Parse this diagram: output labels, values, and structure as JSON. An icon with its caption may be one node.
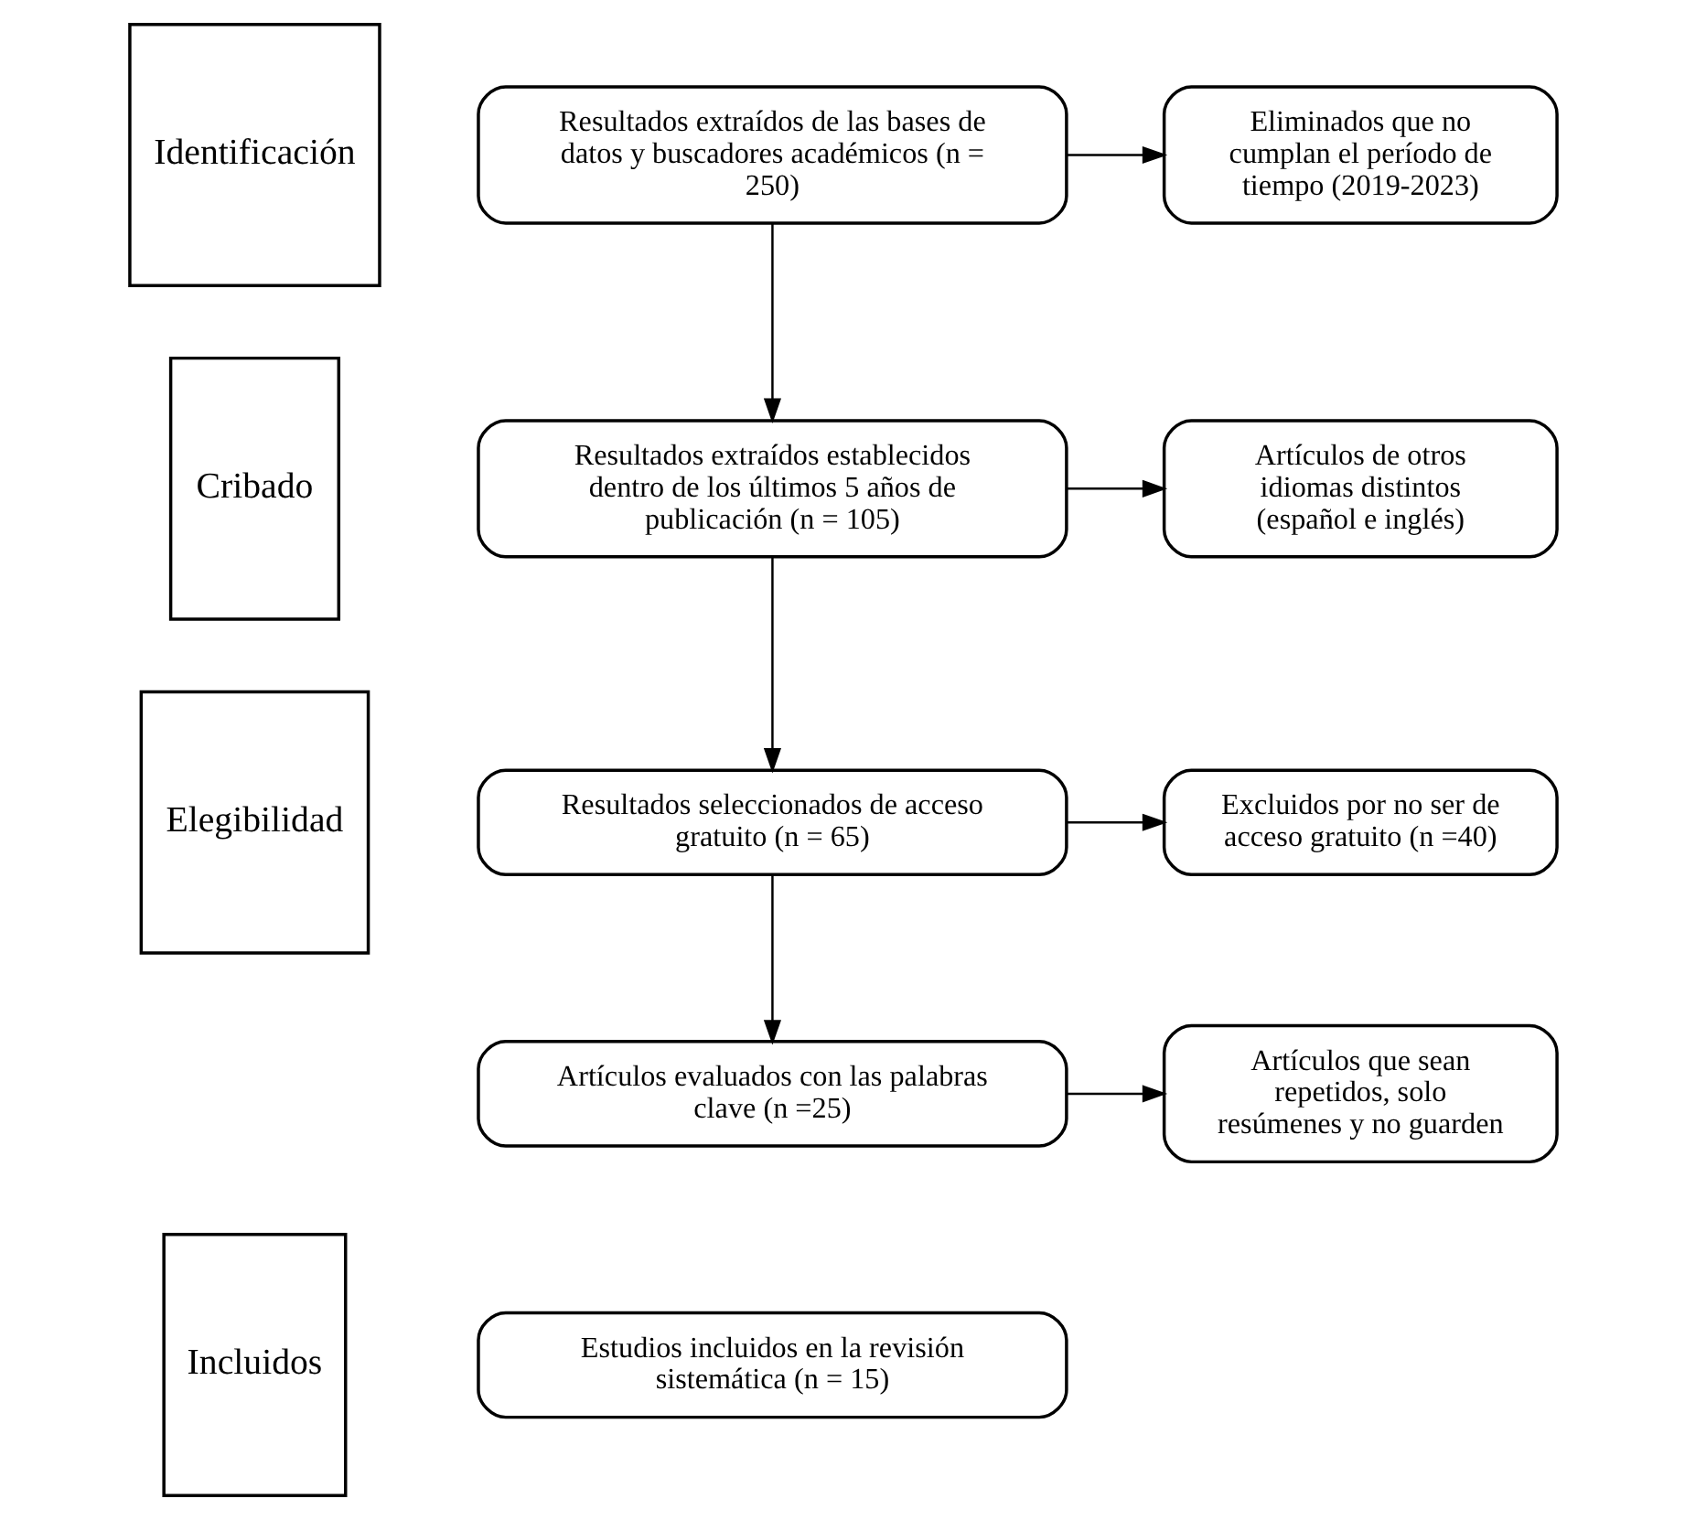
{
  "diagram": {
    "nodes": [
      {
        "text": [
          "Identificación"
        ]
      },
      {
        "text": [
          "Cribado"
        ]
      },
      {
        "text": [
          "Elegibilidad"
        ]
      },
      {
        "text": [
          "Incluidos"
        ]
      },
      {
        "text": [
          "Resultados extraídos de las bases de datos y buscadores académicos (n = 250)"
        ]
      },
      {
        "text": [
          "Eliminados que no cumplan el período de tiempo (2019-2023)"
        ]
      },
      {
        "text": [
          "Resultados extraídos establecidos dentro de los últimos 5 años de publicación (n = 105)"
        ]
      },
      {
        "text": [
          "Artículos de otros idiomas distintos (español e inglés)"
        ]
      },
      {
        "text": [
          "Resultados seleccionados de acceso gratuito (n = 65)"
        ]
      },
      {
        "text": [
          "Excluidos por no ser de acceso gratuito (n =40)"
        ]
      },
      {
        "text": [
          "Artículos evaluados con las palabras clave (n =25)"
        ]
      },
      {
        "text": [
          "Artículos que sean repetidos, solo resúmenes y no guarden"
        ]
      },
      {
        "text": [
          "Estudios incluidos en la revisión sistemática (n = 15)"
        ]
      }
    ],
    "edges": [
      {
        "from": 4,
        "to": 5,
        "arrow": "to"
      },
      {
        "from": 4,
        "to": 6,
        "arrow": "to"
      },
      {
        "from": 6,
        "to": 7,
        "arrow": "to"
      },
      {
        "from": 6,
        "to": 8,
        "arrow": "to"
      },
      {
        "from": 8,
        "to": 9,
        "arrow": "to"
      },
      {
        "from": 8,
        "to": 10,
        "arrow": "to"
      },
      {
        "from": 10,
        "to": 11,
        "arrow": "to"
      }
    ]
  }
}
